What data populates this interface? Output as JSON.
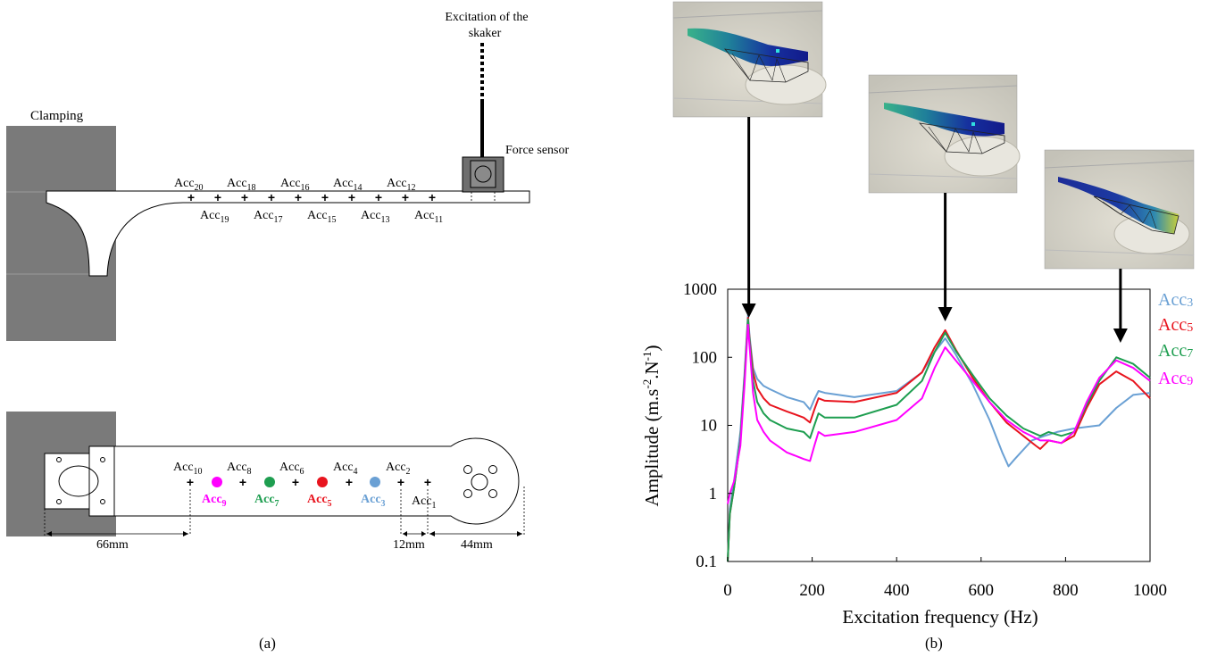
{
  "panel_a": {
    "caption": "(a)",
    "clamping_label": "Clamping",
    "excitation_label_1": "Excitation of the",
    "excitation_label_2": "skaker",
    "force_sensor_label": "Force sensor",
    "acc_prefix": "Acc",
    "side_top_subs": [
      "20",
      "18",
      "16",
      "14",
      "12"
    ],
    "side_bottom_subs": [
      "19",
      "17",
      "15",
      "13",
      "11"
    ],
    "plan_top_subs": [
      "10",
      "8",
      "6",
      "4",
      "2"
    ],
    "plan_colored": [
      {
        "sub": "9",
        "color": "#ff00ff"
      },
      {
        "sub": "7",
        "color": "#1e9e50"
      },
      {
        "sub": "5",
        "color": "#e8141e"
      },
      {
        "sub": "3",
        "color": "#6aa0d4"
      }
    ],
    "acc1_sub": "1",
    "dim_66": "66mm",
    "dim_12": "12mm",
    "dim_44": "44mm"
  },
  "panel_b": {
    "caption": "(b)",
    "legend": [
      {
        "label": "Acc3",
        "color": "#6aa0d4"
      },
      {
        "label": "Acc5",
        "color": "#e8141e"
      },
      {
        "label": "Acc7",
        "color": "#1e9e50"
      },
      {
        "label": "Acc9",
        "color": "#ff00ff"
      }
    ]
  },
  "chart_data": {
    "type": "line",
    "xlabel": "Excitation frequency (Hz)",
    "ylabel": "Amplitude (m.s-2.N-1)",
    "ylabel_base": "Amplitude (m.s",
    "ylabel_sup1": "-2",
    "ylabel_mid": ".N",
    "ylabel_sup2": "-1",
    "ylabel_end": ")",
    "y_scale": "log",
    "xlim": [
      0,
      1000
    ],
    "ylim": [
      0.1,
      1000
    ],
    "x_ticks": [
      "0",
      "200",
      "400",
      "600",
      "800",
      "1000"
    ],
    "y_ticks": [
      "0.1",
      "1",
      "10",
      "100",
      "1000"
    ],
    "arrows_at_hz": [
      50,
      515,
      930
    ],
    "series": [
      {
        "name": "Acc3",
        "color": "#6aa0d4",
        "x": [
          0,
          5,
          15,
          30,
          40,
          48,
          52,
          60,
          70,
          85,
          100,
          140,
          180,
          195,
          205,
          215,
          230,
          300,
          400,
          460,
          490,
          515,
          540,
          580,
          620,
          650,
          665,
          680,
          720,
          750,
          780,
          820,
          850,
          880,
          920,
          960,
          1000
        ],
        "y": [
          0.1,
          0.6,
          1.5,
          8,
          60,
          420,
          200,
          70,
          48,
          38,
          34,
          26,
          22,
          17,
          24,
          32,
          30,
          26,
          32,
          60,
          120,
          190,
          110,
          40,
          12,
          4,
          2.5,
          3.2,
          6,
          7,
          8,
          9,
          9.5,
          10,
          18,
          28,
          30
        ]
      },
      {
        "name": "Acc5",
        "color": "#e8141e",
        "x": [
          0,
          5,
          15,
          30,
          40,
          48,
          52,
          60,
          70,
          85,
          100,
          140,
          180,
          195,
          205,
          215,
          230,
          300,
          400,
          460,
          490,
          515,
          540,
          580,
          620,
          660,
          700,
          730,
          740,
          760,
          790,
          820,
          850,
          880,
          920,
          960,
          1000
        ],
        "y": [
          0.1,
          0.5,
          1.2,
          6,
          50,
          380,
          180,
          60,
          35,
          25,
          20,
          16,
          13,
          11,
          17,
          25,
          23,
          22,
          30,
          60,
          140,
          250,
          130,
          50,
          22,
          11,
          7,
          5,
          4.5,
          6,
          5.5,
          7,
          18,
          40,
          62,
          45,
          25
        ]
      },
      {
        "name": "Acc7",
        "color": "#1e9e50",
        "x": [
          0,
          5,
          15,
          30,
          40,
          48,
          52,
          60,
          70,
          85,
          100,
          140,
          180,
          195,
          205,
          215,
          230,
          300,
          400,
          460,
          490,
          515,
          540,
          580,
          620,
          660,
          700,
          740,
          760,
          790,
          820,
          850,
          880,
          920,
          960,
          1000
        ],
        "y": [
          0.1,
          0.5,
          1.2,
          6,
          50,
          360,
          170,
          45,
          22,
          15,
          12,
          9,
          8,
          6.5,
          10,
          15,
          13,
          13,
          20,
          45,
          120,
          230,
          125,
          55,
          25,
          14,
          9,
          7,
          8,
          7,
          8,
          20,
          45,
          100,
          80,
          50
        ]
      },
      {
        "name": "Acc9",
        "color": "#ff00ff",
        "x": [
          0,
          5,
          15,
          30,
          40,
          48,
          52,
          60,
          70,
          85,
          100,
          140,
          180,
          195,
          205,
          215,
          230,
          300,
          400,
          460,
          490,
          515,
          540,
          580,
          620,
          660,
          700,
          740,
          760,
          790,
          820,
          850,
          880,
          920,
          960,
          1000
        ],
        "y": [
          0.7,
          1,
          1.5,
          5,
          40,
          300,
          140,
          30,
          12,
          8,
          6,
          4,
          3.2,
          3,
          5,
          8,
          7,
          8,
          12,
          25,
          70,
          140,
          90,
          45,
          22,
          12,
          8,
          6,
          6,
          5.5,
          8,
          22,
          50,
          90,
          70,
          45
        ]
      }
    ]
  }
}
